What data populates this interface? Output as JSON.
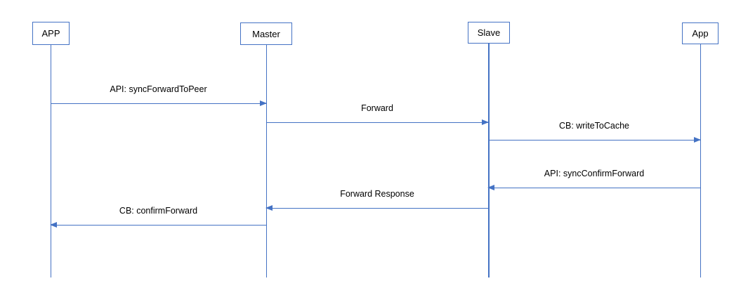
{
  "diagram": {
    "kind": "sequence-diagram",
    "background_color": "#ffffff",
    "accent_color": "#4472C4",
    "text_color": "#000000",
    "actors": [
      {
        "id": "app-left",
        "label": "APP"
      },
      {
        "id": "master",
        "label": "Master"
      },
      {
        "id": "slave",
        "label": "Slave"
      },
      {
        "id": "app-right",
        "label": "App"
      }
    ],
    "messages": [
      {
        "label": "API: syncForwardToPeer",
        "from": "APP",
        "to": "Master",
        "direction": "right"
      },
      {
        "label": "Forward",
        "from": "Master",
        "to": "Slave",
        "direction": "right"
      },
      {
        "label": "CB: writeToCache",
        "from": "Slave",
        "to": "App",
        "direction": "right"
      },
      {
        "label": "API: syncConfirmForward",
        "from": "App",
        "to": "Slave",
        "direction": "left"
      },
      {
        "label": "Forward Response",
        "from": "Slave",
        "to": "Master",
        "direction": "left"
      },
      {
        "label": "CB: confirmForward",
        "from": "Master",
        "to": "APP",
        "direction": "left"
      }
    ]
  }
}
